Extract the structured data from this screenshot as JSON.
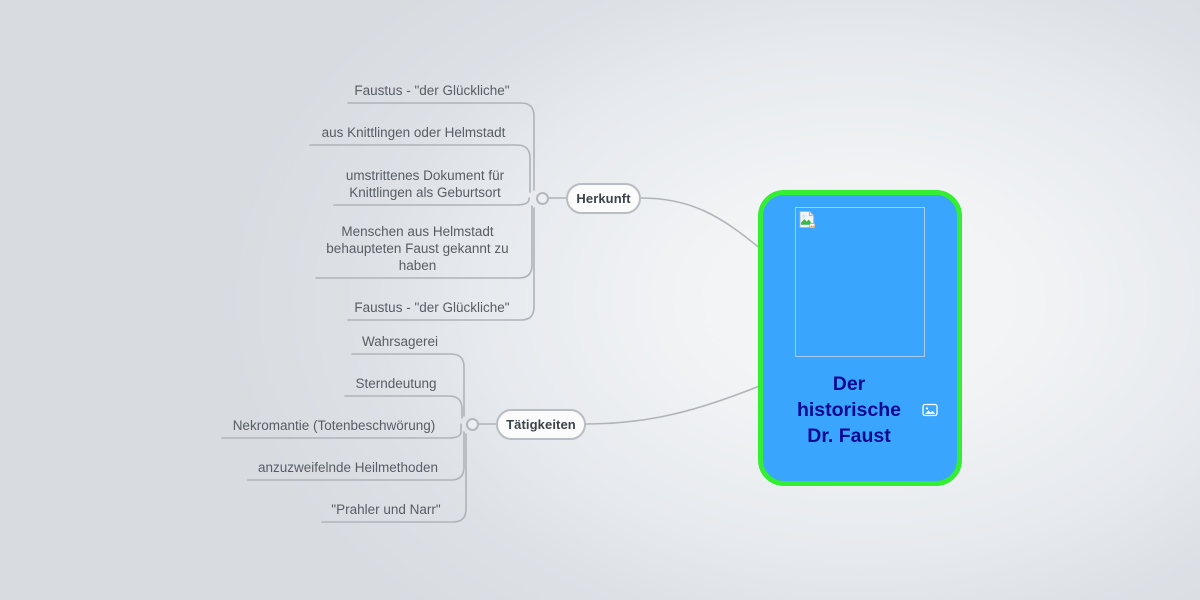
{
  "app": {
    "type": "mindmap",
    "background_color": "#d8dce1",
    "background_highlight": "#f3f5f7"
  },
  "central_node": {
    "title": "Der\nhistorische\nDr. Faust",
    "title_line1": "Der",
    "title_line2": "historische",
    "title_line3": "Dr. Faust",
    "fill_color": "#39a5fc",
    "border_color": "#33ee33",
    "text_color": "#0a0a91",
    "image_placeholder_icon": "broken-image-icon",
    "image_badge_icon": "picture-icon"
  },
  "branches": [
    {
      "label": "Herkunft",
      "hub_icon": "collapse-circle-icon",
      "leaves": [
        {
          "text": "Faustus - \"der Glückliche\""
        },
        {
          "text": "aus Knittlingen oder Helmstadt"
        },
        {
          "text": "umstrittenes Dokument für\nKnittlingen als Geburtsort"
        },
        {
          "text": "Menschen aus Helmstadt\nbehaupteten Faust gekannt zu\nhaben"
        },
        {
          "text": "Faustus - \"der Glückliche\""
        }
      ]
    },
    {
      "label": "Tätigkeiten",
      "hub_icon": "collapse-circle-icon",
      "leaves": [
        {
          "text": "Wahrsagerei"
        },
        {
          "text": "Sterndeutung"
        },
        {
          "text": "Nekromantie (Totenbeschwörung)"
        },
        {
          "text": "anzuzweifelnde Heilmethoden"
        },
        {
          "text": "\"Prahler und Narr\""
        }
      ]
    }
  ],
  "colors": {
    "line": "#b0b4b9",
    "leaf_text": "#585d64",
    "pill_text": "#3d4248",
    "pill_fill": "#fbfbfc",
    "pill_border": "#b9bdc2"
  }
}
